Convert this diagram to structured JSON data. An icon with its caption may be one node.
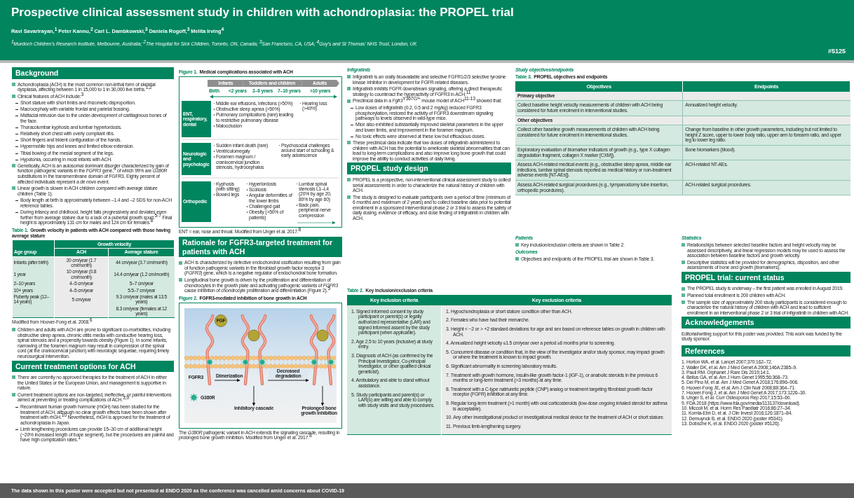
{
  "diagram": {
    "title": "Prospective clinical assessment study in children with achondroplasia: the PROPEL trial",
    "nodes": [
      {
        "text": [
          "Background"
        ]
      },
      {
        "text": [
          "Current treatment options for ACH"
        ]
      },
      {
        "text": [
          "Infants"
        ]
      },
      {
        "text": [
          "Toddlers and children"
        ]
      },
      {
        "text": [
          "Adults"
        ]
      },
      {
        "text": [
          "ENT, respiratory, dental"
        ]
      },
      {
        "text": [
          "Neurologic and psychologic"
        ]
      },
      {
        "text": [
          "Orthopedic"
        ]
      },
      {
        "text": [
          "Rationale for FGFR3-targeted treatment for patients with ACH"
        ]
      },
      {
        "text": [
          "FGF"
        ]
      },
      {
        "text": [],
        "shape": "picture",
        "beside": [
          "FGFR3"
        ]
      },
      {
        "text": [],
        "shape": "picture"
      },
      {
        "text": [],
        "shape": "picture"
      },
      {
        "text": [
          "Inhibitory cascade"
        ]
      },
      {
        "text": [
          "Prolonged bone growth inhibition"
        ]
      },
      {
        "text": [
          "PROPEL study design"
        ]
      },
      {
        "text": [
          "PROPEL trial: current status"
        ]
      },
      {
        "text": [
          "Acknowledgements"
        ]
      },
      {
        "text": [
          "References"
        ]
      }
    ],
    "edges": [
      {
        "from": 10,
        "to": 11,
        "arrow": "to",
        "label": "Dimerization"
      },
      {
        "from": 11,
        "to": 12,
        "arrow": "to",
        "label": "Decreased degradation"
      },
      {
        "from": 11,
        "to": 13,
        "arrow": "to"
      },
      {
        "from": 12,
        "to": 14,
        "arrow": "to"
      }
    ],
    "labels": [
      "Ravi Savarirayan,$^{1}$ Peter Kannu,$^{2}$ Carl L. Dambkowski,$^{3}$ Daniela Rogoff,$^{3}$ Melita Irving$^{4}$",
      "$^{1}$Murdoch Children’s Research Institute, Melbourne, Australia; $^{2}$The Hospital for Sick Children, Toronto, ON, Canada; $^{3}$San Francisco, CA, USA; $^{4}$Guy’s and St Thomas’ NHS Trust, London, UK",
      "#5125",
      "Achondroplasia (ACH) is the most common non-lethal form of skeletal dysplasia, affecting between 1 in 15,000 to 1 in 30,000 live births.$^{1,2}$",
      "Clinical features of ACH include:$^{3}$",
      "Short stature with short limbs and rhizomelic disproportion.",
      "Macrocephaly with variable frontal and parietal bossing.",
      "Midfacial retrusion due to the under-development of cartilaginous bones of the face.",
      "Thoracolumbar kyphosis and lumbar hyperlordosis.",
      "Relatively short chest with overly compliant ribs.",
      "Short fingers and trident configuration of the hands.",
      "Hypermobile hips and knees and limited elbow extension.",
      "Tibial bowing of the mesial segment of the legs.",
      "Hypotonia, occurring in most infants with ACH.",
      "Genetically, ACH is an autosomal dominant disorder characterized by gain of function pathogenic variants in the *FGFR3* gene,$^{4}$ of which 99% are *G380R* substitutions in the transmembrane domain of FGFR3. Eighty percent of affected individuals represent a *de novo* event.",
      "Linear growth is slower in ACH children compared with average stature children (Table 1).",
      "Body length at birth is approximately between –1.4 and –2 SDS for non-ACH reference tables.",
      "During infancy and childhood, height falls progressively and deviates even further from average stature due to a lack of a pubertal growth spurt.$^{5-7}$ Final height is approximately 131 cm for males and 124 cm for females.$^{8}$",
      "Table 1.",
      "Growth velocity in patients with ACH compared with those having average stature",
      "Growth velocity",
      "Age group",
      "ACH",
      "Average stature",
      "Infants (after birth)",
      "20 cm/year (1.7 cm/month)",
      "44 cm/year (3.7 cm/month)",
      "1 year",
      "10 cm/year (0.8 cm/month)",
      "14.4 cm/year (1.2 cm/month)",
      "2–10 years",
      "4–5 cm/year",
      "5–7 cm/year",
      "10+ years",
      "4–5 cm/year",
      "5.5–7 cm/year",
      "Puberty peak (12–14 years)",
      "5 cm/year",
      "9.3 cm/year (males at 13.5 years)",
      "8.3 cm/year (females at 12 years)",
      "Modified from Hoover-Fong et al. 2008.$^{6}$",
      "Children and adults with ACH are prone to significant co-morbidities, including obstructive sleep apnea, chronic otitis media with conductive hearing loss, spinal stenosis and a propensity towards obesity (Figure 1). In some infants, narrowing of the foramen magnum may result in compression of the spinal cord (at the craniocervical junction) with neurologic sequelae, requiring timely neurosurgical intervention.",
      "There are currently no approved therapies for the treatment of ACH in either the United States or the European Union, and management is supportive in nature.",
      "Current treatment options are non-targeted, ineffective, or painful interventions aimed at preventing or treating complications of ACH.$^{3,9}$",
      "Recombinant human growth hormone (rhGH) has been studied for the treatment of ACH, although no clear growth effects have been shown after treatment with rhGH.$^{10}$ Nevertheless, rhGH is approved for the treatment of achondroplasia in Japan.",
      "Limb lengthening procedures can provide 15–30 cm of additional height (~20% increased length of bone segment), but the procedures are painful and have high complication rates.$^{1}$",
      "Figure 1.",
      "Medical complications associated with ACH",
      "Birth",
      "<2 years",
      "2–6 years",
      "7–10 years",
      ">10 years",
      "Middle ear effusions, infections (>50%)",
      "Obstructive sleep apnea (>50%)",
      "Pulmonary complications (rare) leading to restrictive pulmonary disease",
      "Malocclusion",
      "Hearing loss (>40%)",
      "Sudden infant death (rare)",
      "Ventriculomegaly",
      "Foramen magnum / craniocervical junction stenosis, hydrocephalus",
      "Psychosocial challenges around start of schooling & early adolescence",
      "Kyphosis (with sitting)",
      "Bowed legs",
      "Hyperlordosis",
      "Scoliosis",
      "Angular deformities of the lower limbs",
      "Challenged gait",
      "Obesity (>50% of patients)",
      "Lumbar spinal stenosis L1–L4 (20% by age 20, 80% by age 60)",
      "Back pain, peripheral nerve compression",
      "ENT = ear, nose and throat. Modified from Unger et al. 2017.$^{8}$",
      "ACH is characterized by defective endochondral ossification resulting from gain of function pathogenic variants in the fibroblast growth factor receptor 3 (*FGFR3*) gene, which is a negative regulator of endochondral bone formation.",
      "Longitudinal bone growth is driven by the proliferation and differentiation of chondrocytes in the growth plate and activating pathogenic variants of *FGFR3* cause inhibition of chondrocyte proliferation and differentiation (Figure 2).$^{5}$",
      "Figure 2.",
      "FGFR3-mediated inhibition of bone growth in ACH",
      "The *G380R* pathogenic variant in ACH extends the signaling cascade, resulting in prolonged bone growth inhibition. Modified from Unger et al. 2017.$^{8}$",
      "Infigratinib",
      "Infigratinib is an orally bioavailable and selective FGFR1/2/3 selective tyrosine kinase inhibitor in development for FGFR-related diseases.",
      "Infigratinib inhibits FGFR downstream signaling, offering a direct therapeutic strategy to counteract the hyperactivity of FGFR3 in ACH.$^{11}$",
      "Preclinical data in a *Fgfr3*$^{Y367C/+}$ mouse model of ACH$^{11-13}$ showed that:",
      "Low doses of infigratinib (0.2, 0.5 and 2 mg/kg) reduced FGFR3 phosphorylation, restored the activity of FGFR3 downstream signaling pathways to levels observed in wild-type mice.",
      "Mice also exhibited substantially improved skeletal parameters in the upper and lower limbs, and improvement in the foramen magnum.",
      "No toxic effects were observed at these low but efficacious doses.",
      "These preclinical data indicate that low doses of infigratinib administered to children with ACH has the potential to ameliorate skeletal abnormalities that can lead to long-term complications and also improve long bone growth that could improve the ability to conduct activities of daily living.",
      "PROPEL is a prospective, non-interventional clinical assessment study to collect serial assessments in order to characterize the natural history of children with ACH.",
      "The study is designed to evaluate participants over a period of time (minimum of 6 months and maximum of 2 years) and to collect baseline data prior to potential enrollment in a sponsored interventional phase 2 or 3 trial to assess the safety of daily dosing, evidence of efficacy, and dose finding of infigratinib in children with ACH.",
      "Table 2.",
      "Key inclusion/exclusion criteria",
      "Key inclusion criteria",
      "Key exclusion criteria",
      "1. Signed informed consent by study participant or parent(s) or legally authorized representative (LAR) and signed informed assent by the study participant (when applicable).",
      "2. Age 2.5 to 10 years (inclusive) at study entry.",
      "3. Diagnosis of ACH (as confirmed by the Principal Investigator, Co-principal Investigator, or other qualified clinical geneticist).",
      "4. Ambulatory and able to stand without assistance.",
      "5. Study participants and parent(s) or LAR(s) are willing and able to comply with study visits and study procedures.",
      "1. Hypochondroplasia or short stature condition other than ACH.",
      "2. Females who have had their menarche.",
      "3. Height < −2 or > +2 standard deviations for age and sex based on reference tables on growth in children with ACH.",
      "4. Annualized height velocity ≤1.5 cm/year over a period ≥6 months prior to screening.",
      "5. Concurrent disease or condition that, in the view of the investigator and/or study sponsor, may impact growth or where the treatment is known to impact growth.",
      "6. Significant abnormality in screening laboratory results.",
      "7. Treatment with growth hormone, insulin-like growth factor-1 (IGF-1), or anabolic steroids in the previous 6 months or long-term treatment (>3 months) at any time.",
      "8. Treatment with a C-type natriuretic peptide (CNP) analog or treatment targeting fibroblast growth factor receptor (FGFR) inhibition at any time.",
      "9. Regular long-term treatment (>1 month) with oral corticosteroids (low-dose ongoing inhaled steroid for asthma is acceptable).",
      "10. Any other investigational product or investigational medical device for the treatment of ACH or short stature.",
      "11. Previous limb-lengthening surgery.",
      "Study objectives/endpoints",
      "Table 3.",
      "PROPEL objectives and endpoints",
      "Objectives",
      "Endpoints",
      "Primary objective",
      "Collect baseline height velocity measurements of children with ACH being considered for future enrolment in interventional studies.",
      "Annualized height velocity.",
      "Other objectives",
      "Collect other baseline growth measurements of children with ACH being considered for future enrolment in interventional studies.",
      "Change from baseline in other growth parameters, including but not limited to height Z score, upper to lower body ratio, upper arm to forearm ratio, and upper leg to lower leg ratio.",
      "Exploratory evaluation of biomarker indicators of growth (e.g., type X collagen degradation fragment, collagen X marker [CXM]).",
      "Bone biomarkers (blood).",
      "Assess ACH-related medical events (e.g., obstructive sleep apnea, middle ear infections, lumbar spinal stenosis reported as medical history or non-treatment adverse events [NT-AEs]).",
      "ACH-related NT-AEs.",
      "Assess ACH-related surgical procedures (e.g., tympanostomy tube insertion, orthopedic procedures).",
      "ACH-related surgical procedures.",
      "Patients",
      "Key inclusion/exclusion criteria are shown in Table 2.",
      "Outcomes",
      "Objectives and endpoints of the PROPEL trial are shown in Table 3.",
      "Statistics",
      "Relationships between selected baseline factors and height velocity may be assessed descriptively, and linear regression models may be used to assess the association between baseline factors and growth velocity.",
      "Descriptive statistics will be provided for demographics, disposition, and other assessments of bone and growth (biomarkers).",
      "The PROPEL study is underway – the first patient was enrolled in August 2019.",
      "Planned total enrollment is 200 children with ACH.",
      "The sample size of approximately 200 study participants is considered enough to characterize the natural history of children with ACH and lead to sufficient enrollment in an interventional phase 2 or 3 trial of infigratinib in children with ACH.",
      "Editorial/writing support for this poster was provided. This work was funded by the study sponsor.",
      "1. Horton WA, et al. Lancet 2007;370:162–72.",
      "2. Waller DK, et al. Am J Med Genet A 2008;146A:2385–9.",
      "3. Pauli RM. Orphanet J Rare Dis 2019;14:1.",
      "4. Bellus GA, et al. Am J Hum Genet 1995;56:368–73.",
      "5. Del Pino M, et al. Am J Med Genet A 2018;176:896–906.",
      "6. Hoover-Fong JE, et al. Am J Clin Nutr 2008;88:364–71.",
      "7. Hoover-Fong J, et al. Am J Med Genet A 2017;173:1226–30.",
      "8. Unger S, et al. Curr Osteoporos Rep 2017;15:53–60.",
      "9. FDA 2018 (https://www.fda.gov/media/113137/download).",
      "10. Miccoli M, et al. Horm Res Paediatr 2016;86:27–34.",
      "11. Komla-Ebri D, et al. J Clin Invest 2016;126:1871–84.",
      "12. Demuynck B, et al. ENDO 2020 (poster #5341).",
      "13. Dobsche K, et al. ENDO 2020 (poster #5126).",
      "The data shown in this poster were accepted but not presented at ENDO 2020 as the conference was cancelled amid concerns about COVID-19"
    ],
    "legend": [
      {
        "text": "G380R"
      }
    ]
  }
}
